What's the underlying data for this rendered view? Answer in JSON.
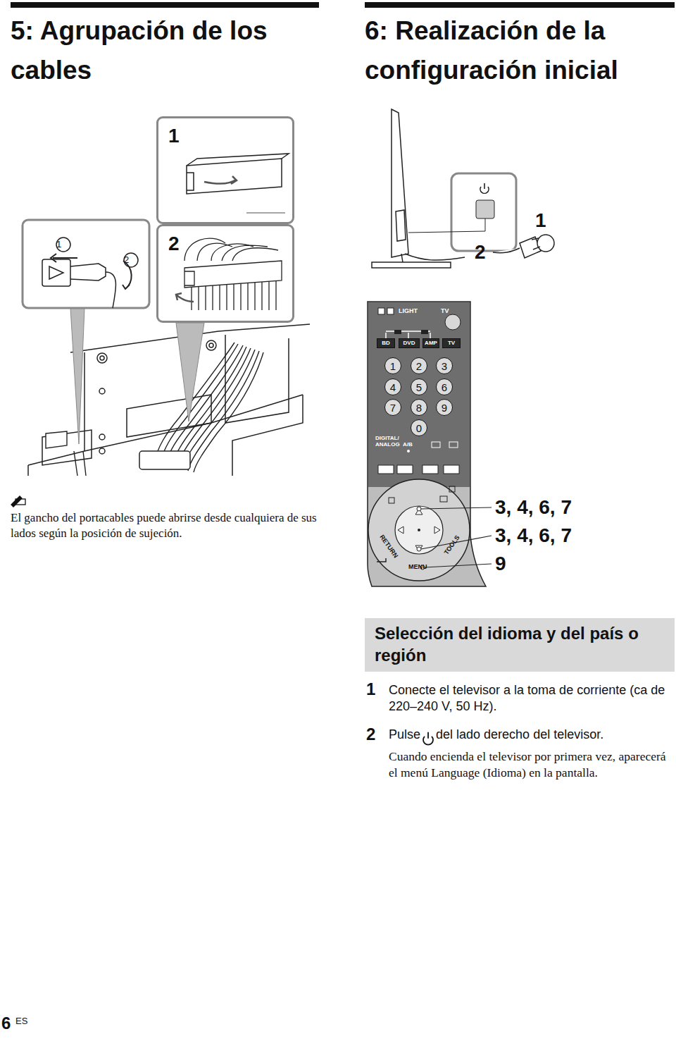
{
  "diagram": {
    "nodes": [
      {
        "text": [
          "1"
        ]
      },
      {
        "text": [
          "2"
        ]
      },
      {
        "text": [
          "BD"
        ]
      },
      {
        "text": [
          "DVD"
        ]
      },
      {
        "text": [
          "AMP"
        ]
      },
      {
        "text": [
          "TV"
        ]
      },
      {
        "text": [
          "1"
        ]
      },
      {
        "text": [
          "2"
        ]
      },
      {
        "text": [
          "3"
        ]
      },
      {
        "text": [
          "4"
        ]
      },
      {
        "text": [
          "5"
        ]
      },
      {
        "text": [
          "6"
        ]
      },
      {
        "text": [
          "7"
        ]
      },
      {
        "text": [
          "8"
        ]
      },
      {
        "text": [
          "9"
        ]
      },
      {
        "text": [
          "0"
        ]
      },
      {
        "text": [
          "Selección del idioma y del país o región"
        ]
      }
    ],
    "labels": [
      "5: Agrupación de los cables",
      "6: Realización de la configuración inicial",
      "1",
      "2",
      "1",
      "2",
      "LIGHT",
      "TV",
      "DIGITAL/ ANALOG",
      "A/B",
      "RETURN",
      "MENU",
      "TOOLS",
      "3, 4, 6, 7",
      "3, 4, 6, 7",
      "9",
      "El gancho del portacables puede abrirse desde cualquiera de sus lados según la posición de sujeción.",
      "1",
      "Conecte el televisor a la toma de corriente (ca de 220–240 V, 50 Hz).",
      "2",
      "Pulse",
      "del lado derecho del televisor.",
      "Cuando encienda el televisor por primera vez, aparecerá el menú Language (Idioma) en la pantalla.",
      "6",
      "ES"
    ]
  }
}
